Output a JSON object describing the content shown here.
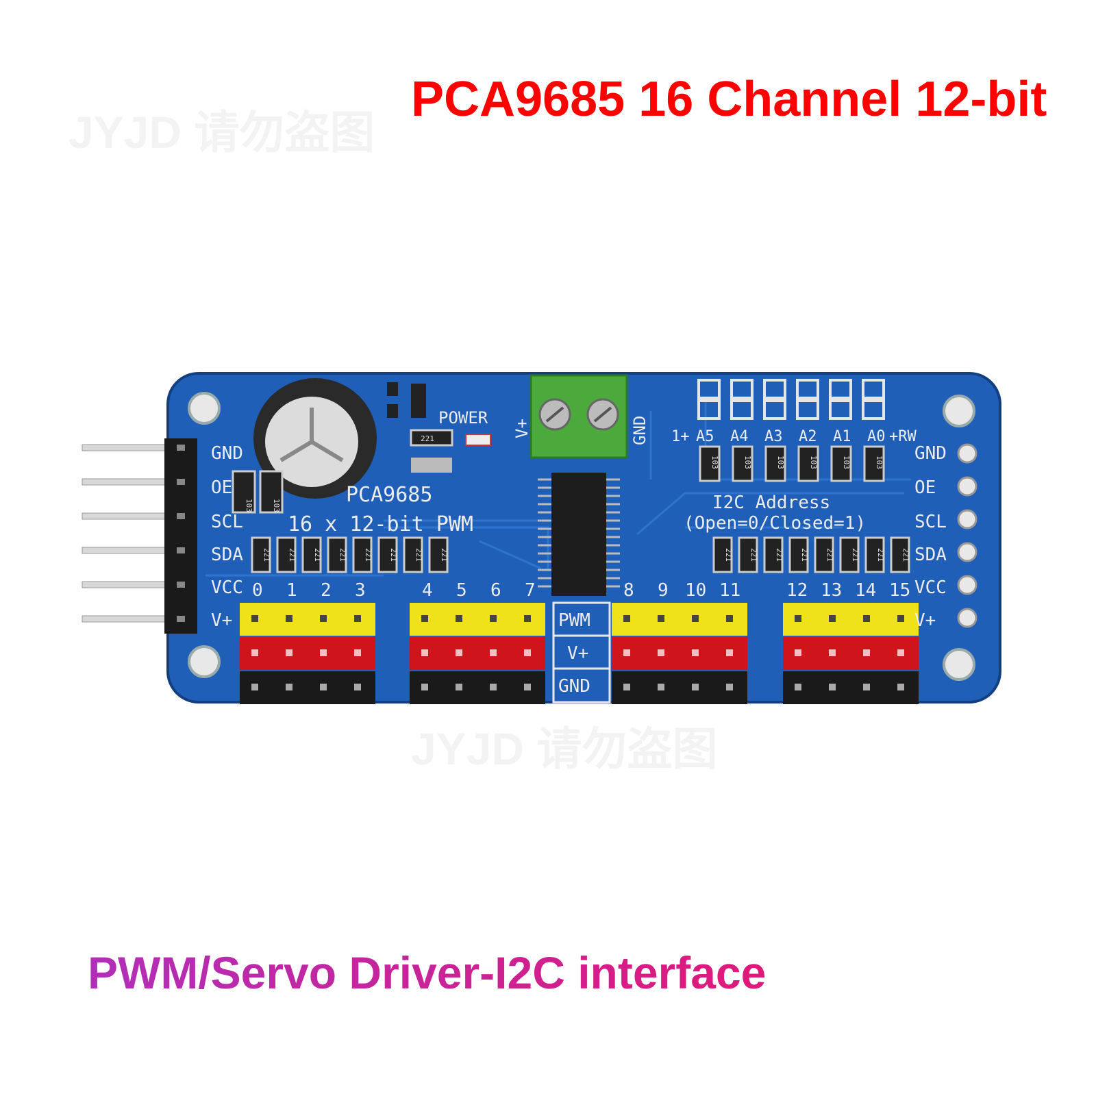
{
  "title": "PCA9685 16 Channel 12-bit",
  "subtitle": "PWM/Servo Driver-I2C interface",
  "watermark": "JYJD 请勿盗图",
  "board": {
    "chip_name": "PCA9685",
    "chip_desc": "16 x 12-bit PWM",
    "power_label": "POWER",
    "terminal_vplus": "V+",
    "terminal_gnd": "GND",
    "left_pins": [
      "GND",
      "OE",
      "SCL",
      "SDA",
      "VCC",
      "V+"
    ],
    "right_pins": [
      "GND",
      "OE",
      "SCL",
      "SDA",
      "VCC",
      "V+"
    ],
    "address_labels": [
      "1+",
      "A5",
      "A4",
      "A3",
      "A2",
      "A1",
      "A0",
      "+RW"
    ],
    "i2c_title": "I2C Address",
    "i2c_note": "(Open=0/Closed=1)",
    "channels": [
      "0",
      "1",
      "2",
      "3",
      "4",
      "5",
      "6",
      "7",
      "8",
      "9",
      "10",
      "11",
      "12",
      "13",
      "14",
      "15"
    ],
    "rows": [
      "PWM",
      "V+",
      "GND"
    ],
    "resistor_code_small": "221",
    "resistor_code_large": "103",
    "colors": {
      "pcb": "#1f5fb8",
      "pwm_header": "#f0e21a",
      "vplus_header": "#d0141c",
      "gnd_header": "#1a1a1a",
      "terminal": "#4caa3c"
    }
  }
}
